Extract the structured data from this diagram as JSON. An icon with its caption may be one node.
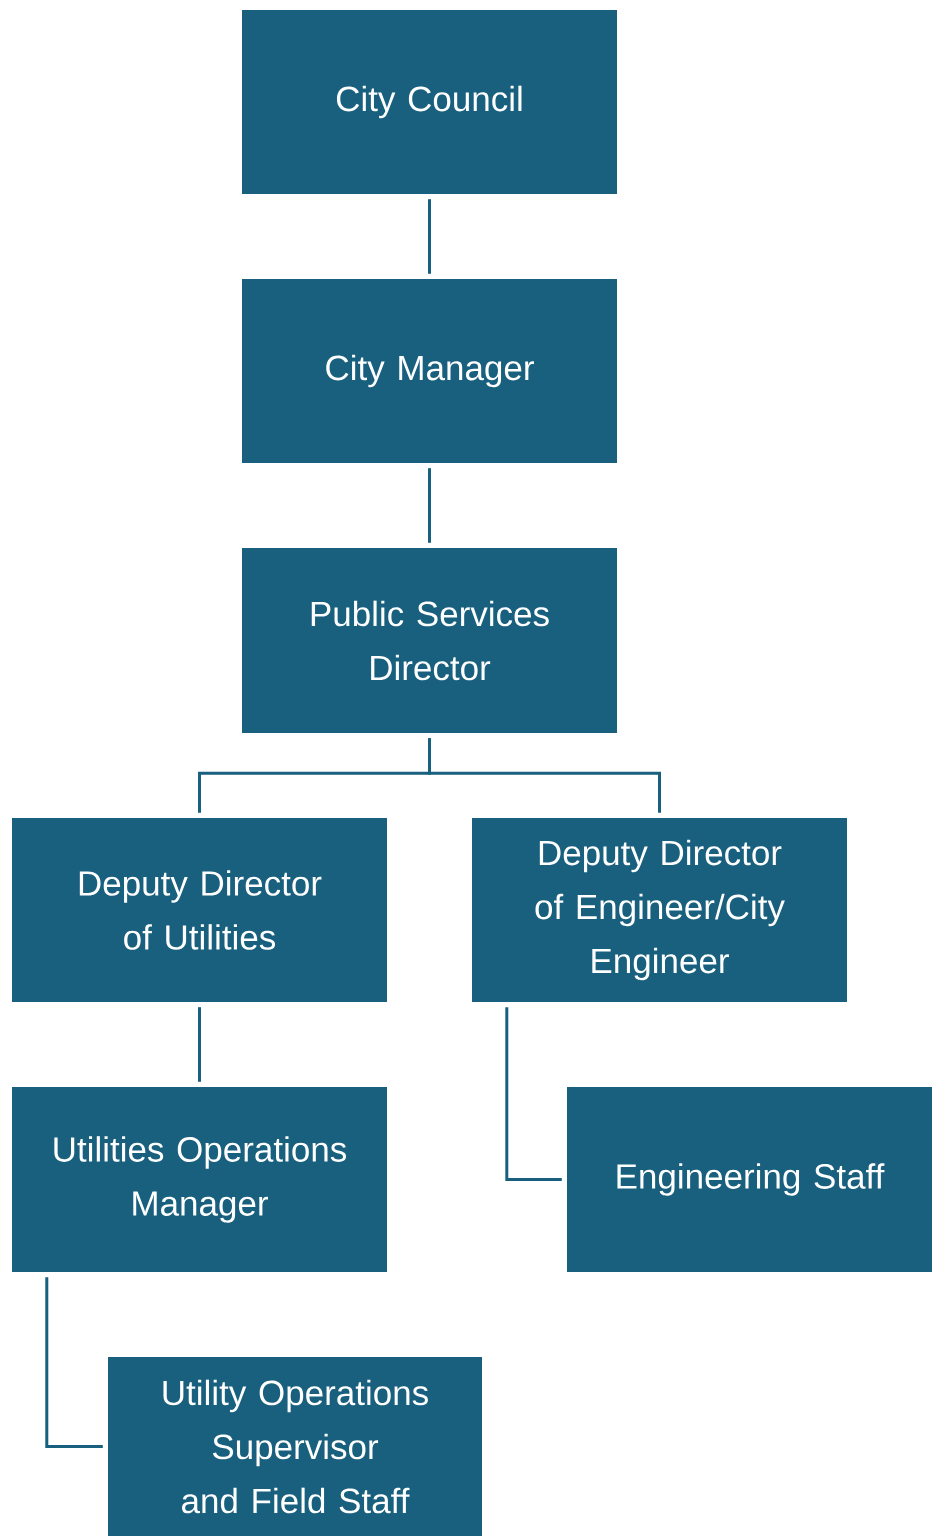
{
  "diagram": {
    "nodes": [
      {
        "text": [
          "City Council"
        ]
      },
      {
        "text": [
          "City Manager"
        ]
      },
      {
        "text": [
          "Public Services Director"
        ]
      },
      {
        "text": [
          "Deputy Director of Utilities"
        ]
      },
      {
        "text": [
          "Deputy Director of Engineer/City Engineer"
        ]
      },
      {
        "text": [
          "Utilities Operations Manager"
        ]
      },
      {
        "text": [
          "Engineering Staff"
        ]
      },
      {
        "text": [
          "Utility Operations Supervisor and Field Staff"
        ]
      }
    ],
    "edges": [
      {
        "from": 0,
        "to": 1,
        "arrow": "none"
      },
      {
        "from": 1,
        "to": 2,
        "arrow": "none"
      },
      {
        "from": 2,
        "to": 3,
        "arrow": "none"
      },
      {
        "from": 2,
        "to": 4,
        "arrow": "none"
      },
      {
        "from": 3,
        "to": 5,
        "arrow": "none"
      },
      {
        "from": 4,
        "to": 6,
        "arrow": "none"
      },
      {
        "from": 5,
        "to": 7,
        "arrow": "none"
      }
    ]
  }
}
